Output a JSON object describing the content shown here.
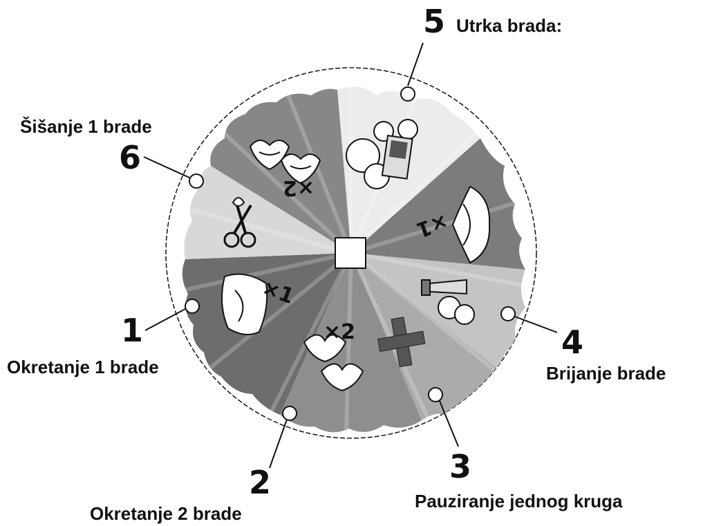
{
  "wheel": {
    "sectors": [
      {
        "number": "1",
        "caption": "Okretanje 1 brade",
        "icon": "beard-icon",
        "multiplier": "×1",
        "color": "#6f6f6f"
      },
      {
        "number": "2",
        "caption": "Okretanje 2 brade",
        "icon": "two-beards-icon",
        "multiplier": "×2",
        "color": "#8a8a8a"
      },
      {
        "number": "3",
        "caption": "Pauziranje jednog kruga",
        "icon": "cross-icon",
        "multiplier": "",
        "color": "#a8a8a8"
      },
      {
        "number": "4",
        "caption": "Brijanje brade",
        "icon": "razor-beard-icon",
        "multiplier": "",
        "color": "#b9b9b9"
      },
      {
        "number": "5",
        "caption": "Utrka brada:",
        "icon": "race-cloud-icon",
        "multiplier": "",
        "color": "#e6e6e6"
      },
      {
        "number": "6",
        "caption": "Šišanje 1 brade",
        "icon": "scissors-icon",
        "multiplier": "",
        "color": "#d5d5d5"
      }
    ],
    "wedge_labels": {
      "beard_x1_left": "×1",
      "beard_x1_right": "×1",
      "beard_x2_top": "×2",
      "beard_x2_bottom": "×2"
    },
    "colors": {
      "outline": "#111111",
      "center": "#ffffff",
      "ring": "#ffffff"
    }
  }
}
